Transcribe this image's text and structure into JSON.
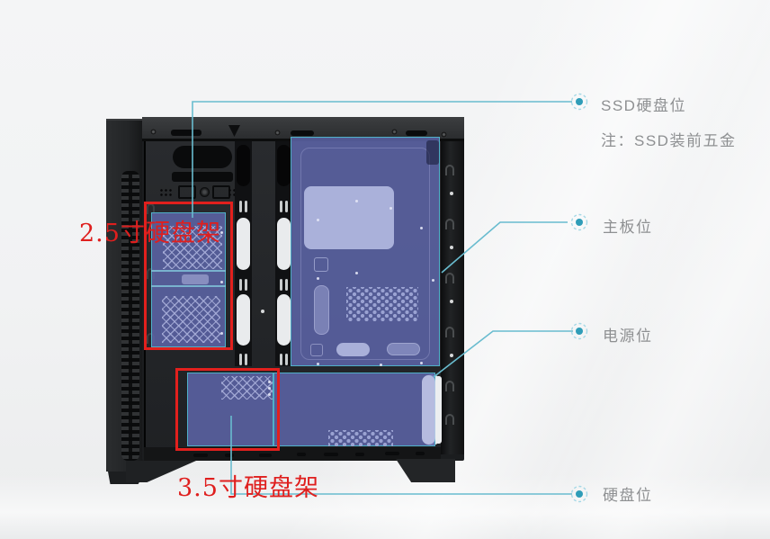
{
  "annotations": {
    "text_color": "#8e9092",
    "line_color": "#69bccf",
    "dot_color": "#2f9db8",
    "ssd": {
      "label": "SSD硬盘位",
      "note": "注：SSD装前五金"
    },
    "motherboard": {
      "label": "主板位"
    },
    "power": {
      "label": "电源位"
    },
    "hdd": {
      "label": "硬盘位"
    }
  },
  "callouts": {
    "color": "#df1f1e",
    "bay_2_5": {
      "label": "2.5寸硬盘架"
    },
    "bay_3_5": {
      "label": "3.5寸硬盘架"
    }
  },
  "highlights": {
    "overlay_fill": "#5c64a7",
    "overlay_border": "#4fb0c8",
    "box_border": "#e2201d"
  }
}
